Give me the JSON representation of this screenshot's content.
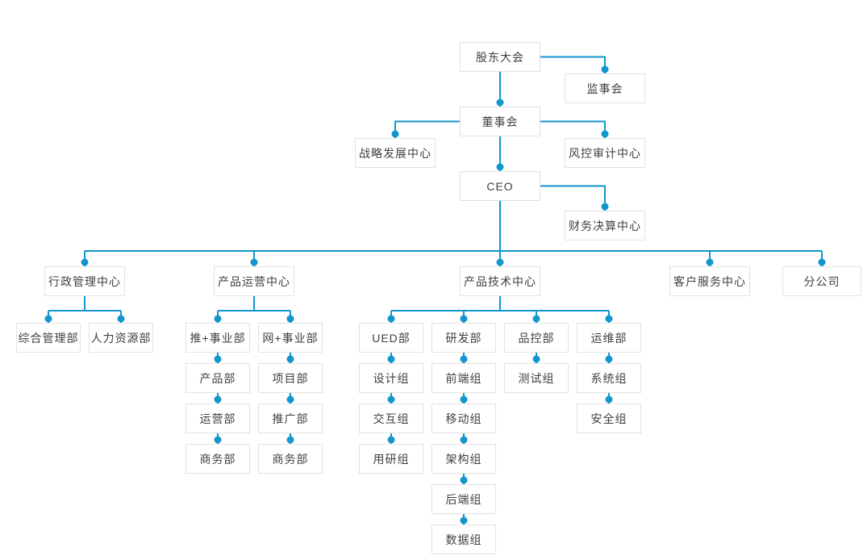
{
  "org_chart": {
    "nodes": [
      {
        "id": "shareholders-meeting",
        "label": "股东大会",
        "parent": null
      },
      {
        "id": "supervisory-board",
        "label": "监事会",
        "parent": "shareholders-meeting"
      },
      {
        "id": "board-of-directors",
        "label": "董事会",
        "parent": "shareholders-meeting"
      },
      {
        "id": "strategy-development-center",
        "label": "战略发展中心",
        "parent": "board-of-directors"
      },
      {
        "id": "risk-audit-center",
        "label": "风控审计中心",
        "parent": "board-of-directors"
      },
      {
        "id": "ceo",
        "label": "CEO",
        "parent": "board-of-directors"
      },
      {
        "id": "financial-settlement-center",
        "label": "财务决算中心",
        "parent": "ceo"
      },
      {
        "id": "admin-management-center",
        "label": "行政管理中心",
        "parent": "ceo"
      },
      {
        "id": "product-operation-center",
        "label": "产品运营中心",
        "parent": "ceo"
      },
      {
        "id": "product-technology-center",
        "label": "产品技术中心",
        "parent": "ceo"
      },
      {
        "id": "customer-service-center",
        "label": "客户服务中心",
        "parent": "ceo"
      },
      {
        "id": "branch-company",
        "label": "分公司",
        "parent": "ceo"
      },
      {
        "id": "general-management-dept",
        "label": "综合管理部",
        "parent": "admin-management-center"
      },
      {
        "id": "human-resources-dept",
        "label": "人力资源部",
        "parent": "admin-management-center"
      },
      {
        "id": "tui-business-unit",
        "label": "推+事业部",
        "parent": "product-operation-center"
      },
      {
        "id": "wang-business-unit",
        "label": "网+事业部",
        "parent": "product-operation-center"
      },
      {
        "id": "product-dept",
        "label": "产品部",
        "parent": "tui-business-unit"
      },
      {
        "id": "operation-dept",
        "label": "运营部",
        "parent": "product-dept"
      },
      {
        "id": "business-dept-tui",
        "label": "商务部",
        "parent": "operation-dept"
      },
      {
        "id": "project-dept",
        "label": "项目部",
        "parent": "wang-business-unit"
      },
      {
        "id": "promotion-dept",
        "label": "推广部",
        "parent": "project-dept"
      },
      {
        "id": "business-dept-wang",
        "label": "商务部",
        "parent": "promotion-dept"
      },
      {
        "id": "ued-dept",
        "label": "UED部",
        "parent": "product-technology-center"
      },
      {
        "id": "design-group",
        "label": "设计组",
        "parent": "ued-dept"
      },
      {
        "id": "interaction-group",
        "label": "交互组",
        "parent": "design-group"
      },
      {
        "id": "user-research-group",
        "label": "用研组",
        "parent": "interaction-group"
      },
      {
        "id": "rd-dept",
        "label": "研发部",
        "parent": "product-technology-center"
      },
      {
        "id": "frontend-group",
        "label": "前端组",
        "parent": "rd-dept"
      },
      {
        "id": "mobile-group",
        "label": "移动组",
        "parent": "frontend-group"
      },
      {
        "id": "architecture-group",
        "label": "架构组",
        "parent": "mobile-group"
      },
      {
        "id": "backend-group",
        "label": "后端组",
        "parent": "architecture-group"
      },
      {
        "id": "data-group",
        "label": "数据组",
        "parent": "backend-group"
      },
      {
        "id": "quality-control-dept",
        "label": "品控部",
        "parent": "product-technology-center"
      },
      {
        "id": "testing-group",
        "label": "测试组",
        "parent": "quality-control-dept"
      },
      {
        "id": "ops-maintenance-dept",
        "label": "运维部",
        "parent": "product-technology-center"
      },
      {
        "id": "system-group",
        "label": "系统组",
        "parent": "ops-maintenance-dept"
      },
      {
        "id": "security-group",
        "label": "安全组",
        "parent": "system-group"
      }
    ]
  },
  "colors": {
    "line": "#1296cd",
    "dot": "#1296cd",
    "box_border": "#e2e2e2",
    "box_background": "#ffffff",
    "text": "#404040",
    "canvas_background": "#ffffff"
  }
}
